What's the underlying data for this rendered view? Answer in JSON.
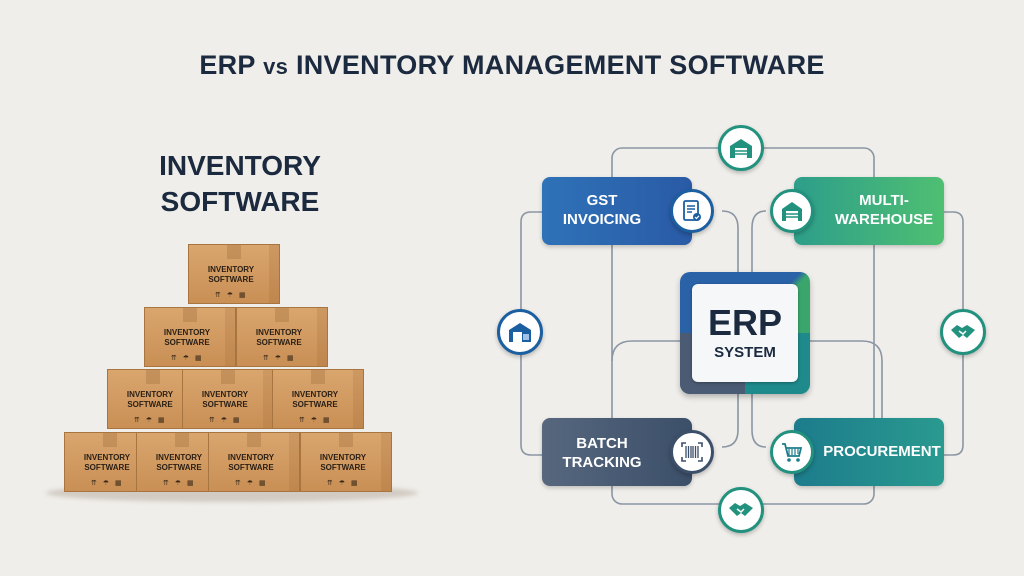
{
  "title": {
    "left": "ERP",
    "vs": "vs",
    "right": "INVENTORY MANAGEMENT SOFTWARE"
  },
  "left_panel": {
    "heading_line1": "INVENTORY",
    "heading_line2": "SOFTWARE",
    "box_label_line1": "INVENTORY",
    "box_label_line2": "SOFTWARE",
    "box_symbols": "⇈ ☂ ▦"
  },
  "core": {
    "line1": "ERP",
    "line2": "SYSTEM"
  },
  "modules": {
    "gst": {
      "line1": "GST",
      "line2": "INVOICING",
      "icon": "invoice-icon"
    },
    "multi": {
      "line1": "MULTI-",
      "line2": "WAREHOUSE",
      "icon": "warehouse-icon"
    },
    "batch": {
      "line1": "BATCH",
      "line2": "TRACKING",
      "icon": "barcode-icon"
    },
    "proc": {
      "line1": "PROCUREMENT",
      "icon": "cart-icon"
    }
  },
  "nodes": {
    "top": "warehouse-icon",
    "left": "warehouse-icon",
    "right": "handshake-icon",
    "bottom": "handshake-icon"
  },
  "colors": {
    "title": "#1b2a3f",
    "box": "#d9a66e",
    "blue": "#2a62a8",
    "green": "#3aa66c",
    "slate": "#4b5b73",
    "teal": "#1e8a8c",
    "line": "#8a96a3"
  }
}
